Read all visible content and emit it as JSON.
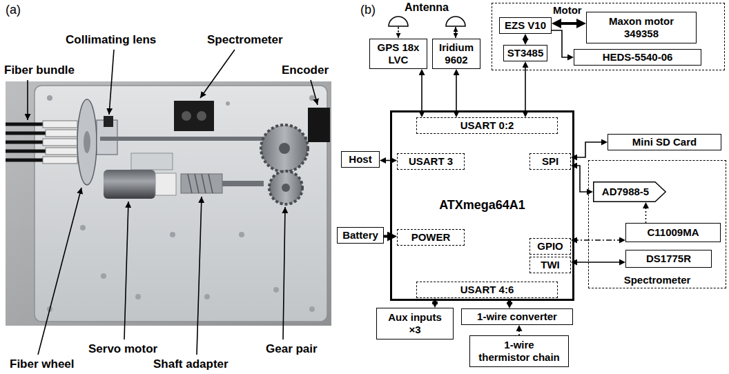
{
  "diagram": {
    "nodes": [
      {
        "text": [
          "GPS 18x LVC"
        ]
      },
      {
        "text": [
          "Iridium 9602"
        ]
      },
      {
        "text": [
          "Motor"
        ]
      },
      {
        "text": [
          "EZS V10"
        ],
        "in": 2
      },
      {
        "text": [
          "Maxon motor 349358"
        ],
        "in": 2
      },
      {
        "text": [
          "ST3485"
        ],
        "in": 2
      },
      {
        "text": [
          "HEDS-5540-06"
        ],
        "in": 2
      },
      {
        "text": [
          "Host"
        ]
      },
      {
        "text": [
          "ATXmega64A1"
        ]
      },
      {
        "text": [
          "USART 0:2"
        ],
        "in": 8
      },
      {
        "text": [
          "USART 3"
        ],
        "in": 8
      },
      {
        "text": [
          "SPI"
        ],
        "in": 8
      },
      {
        "text": [
          "GPIO"
        ],
        "in": 8
      },
      {
        "text": [
          "TWI"
        ],
        "in": 8
      },
      {
        "text": [
          "POWER"
        ],
        "in": 8
      },
      {
        "text": [
          "USART 4:6"
        ],
        "in": 8
      },
      {
        "text": [
          "Battery"
        ]
      },
      {
        "text": [
          "Mini SD Card"
        ]
      },
      {
        "text": [
          "Spectrometer"
        ]
      },
      {
        "text": [
          "AD7988-5"
        ],
        "in": 18
      },
      {
        "text": [
          "C11009MA"
        ],
        "in": 18
      },
      {
        "text": [
          "DS1775R"
        ],
        "in": 18
      },
      {
        "text": [
          "Aux inputs ×3"
        ]
      },
      {
        "text": [
          "1-wire converter"
        ]
      },
      {
        "text": [
          "1-wire thermistor chain"
        ]
      }
    ],
    "edges": [
      {
        "from": 0,
        "to": 9,
        "arrow": "both"
      },
      {
        "from": 1,
        "to": 9,
        "arrow": "both"
      },
      {
        "from": 5,
        "to": 9,
        "arrow": "both"
      },
      {
        "from": 3,
        "to": 5,
        "arrow": "both"
      },
      {
        "from": 3,
        "to": 4,
        "arrow": "both"
      },
      {
        "from": 3,
        "to": 6,
        "arrow": "to"
      },
      {
        "from": 7,
        "to": 10,
        "arrow": "both"
      },
      {
        "from": 16,
        "to": 14,
        "arrow": "to"
      },
      {
        "from": 11,
        "to": 17,
        "arrow": "both"
      },
      {
        "from": 11,
        "to": 19,
        "arrow": "both"
      },
      {
        "from": 20,
        "to": 19,
        "arrow": "to"
      },
      {
        "from": 12,
        "to": 20,
        "arrow": "both"
      },
      {
        "from": 13,
        "to": 21,
        "arrow": "both"
      },
      {
        "from": 15,
        "to": 22,
        "arrow": "both"
      },
      {
        "from": 15,
        "to": 23,
        "arrow": "both"
      },
      {
        "from": 24,
        "to": 23,
        "arrow": "to"
      }
    ],
    "labels": [
      "(a)",
      "(b)",
      "Antenna",
      "Fiber bundle",
      "Collimating lens",
      "Spectrometer",
      "Encoder",
      "Servo motor",
      "Shaft adapter",
      "Gear pair",
      "Fiber wheel"
    ]
  }
}
